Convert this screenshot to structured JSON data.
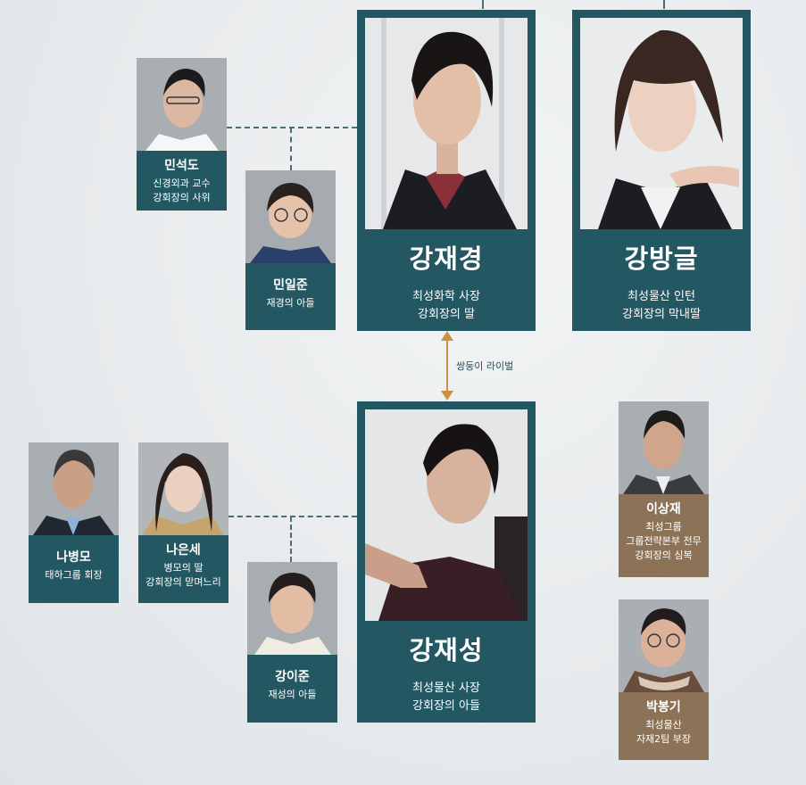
{
  "characters": {
    "jaekyung": {
      "name": "강재경",
      "line1": "최성화학 사장",
      "line2": "강회장의 딸"
    },
    "banggeul": {
      "name": "강방글",
      "line1": "최성물산 인턴",
      "line2": "강회장의 막내딸"
    },
    "jaesung": {
      "name": "강재성",
      "line1": "최성물산 사장",
      "line2": "강회장의 아들"
    },
    "minseokdo": {
      "name": "민석도",
      "line1": "신경외과 교수",
      "line2": "강회장의 사위"
    },
    "miniljun": {
      "name": "민일준",
      "line1": "재경의 아들"
    },
    "nabyeongmo": {
      "name": "나병모",
      "line1": "태하그룹 회장"
    },
    "naeunse": {
      "name": "나은세",
      "line1": "병모의 딸",
      "line2": "강회장의 맏며느리"
    },
    "kangijun": {
      "name": "강이준",
      "line1": "재성의 아들"
    },
    "leesangjae": {
      "name": "이상재",
      "line1": "최성그룹",
      "line2": "그룹전략본부 전무",
      "line3": "강회장의 심복"
    },
    "parkbonggi": {
      "name": "박봉기",
      "line1": "최성물산",
      "line2": "자재2팀 부장"
    }
  },
  "relations": {
    "rival_label": "쌍둥이 라이벌"
  },
  "colors": {
    "card_teal": "#235762",
    "card_brown": "#8c7357",
    "rival_arrow": "#c8933c",
    "connector": "#4c6c74"
  }
}
